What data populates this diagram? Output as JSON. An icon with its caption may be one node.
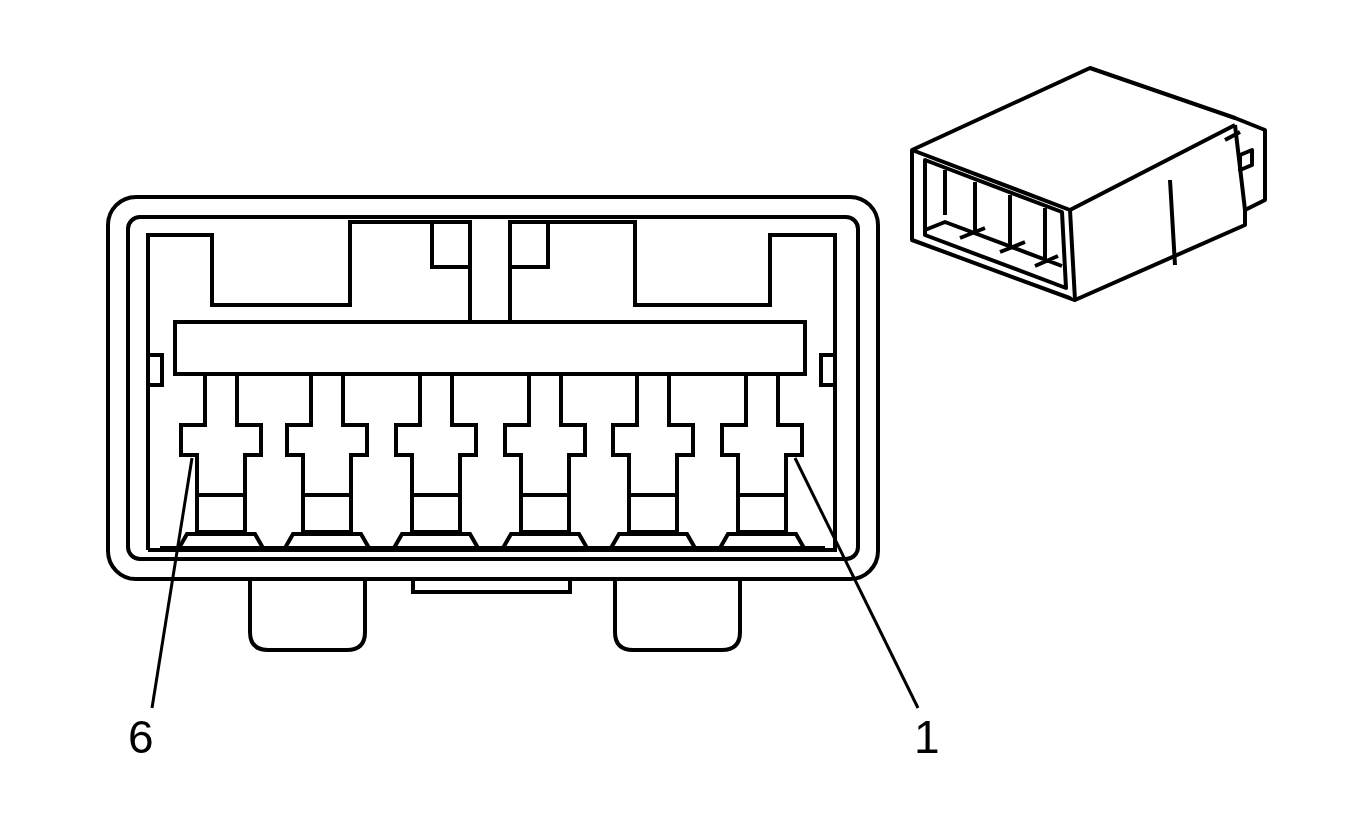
{
  "diagram": {
    "nodes": [
      {
        "text": [
          "6"
        ]
      },
      {
        "text": [
          "1"
        ]
      }
    ],
    "edges": [
      {
        "from": 0,
        "to": null,
        "arrow": "none"
      },
      {
        "from": 1,
        "to": null,
        "arrow": "none"
      }
    ]
  }
}
